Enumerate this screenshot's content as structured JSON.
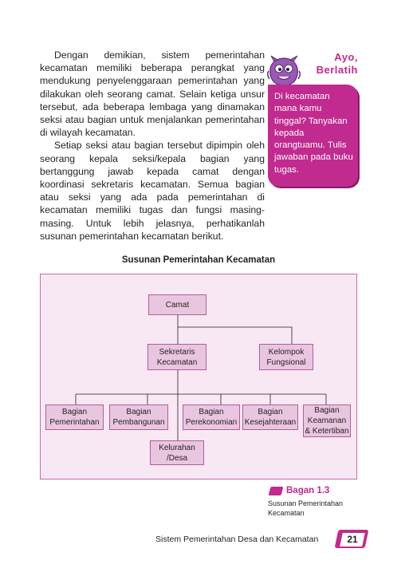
{
  "body_paragraphs": [
    "Dengan demikian, sistem pemerintahan kecamatan memiliki beberapa perangkat yang mendukung penyelenggaraan pemerintahan yang dilakukan oleh seorang camat. Selain ketiga unsur tersebut, ada beberapa lembaga yang dinamakan seksi atau bagian untuk menjalankan pemerintahan di wilayah kecamatan.",
    "Setiap seksi atau bagian tersebut dipimpin oleh seorang kepala seksi/kepala bagian yang bertanggung jawab kepada camat dengan koordinasi sekretaris kecamatan. Semua bagian atau seksi yang ada pada pemerintahan di kecamatan memiliki tugas dan fungsi masing-masing. Untuk lebih jelasnya, perhatikanlah susunan pemerintahan kecamatan berikut."
  ],
  "ayo_box": {
    "title_line1": "Ayo,",
    "title_line2": "Berlatih",
    "text": "Di kecamatan mana kamu tinggal? Tanyakan kepada orangtuamu. Tulis jawaban pada buku tugas.",
    "accent_color": "#c12a8e",
    "mascot_icon": "purple-monster-mascot"
  },
  "org_chart": {
    "title": "Susunan Pemerintahan Kecamatan",
    "camat": "Camat",
    "sekretaris_line1": "Sekretaris",
    "sekretaris_line2": "Kecamatan",
    "kelompok_line1": "Kelompok",
    "kelompok_line2": "Fungsional",
    "bagian": [
      {
        "line1": "Bagian",
        "line2": "Pemerintahan",
        "line3": ""
      },
      {
        "line1": "Bagian",
        "line2": "Pembangunan",
        "line3": ""
      },
      {
        "line1": "Bagian",
        "line2": "Perekonomian",
        "line3": ""
      },
      {
        "line1": "Bagian",
        "line2": "Kesejahteraan",
        "line3": ""
      },
      {
        "line1": "Bagian",
        "line2": "Keamanan",
        "line3": "& Ketertiban"
      }
    ],
    "kelurahan_line1": "Kelurahan",
    "kelurahan_line2": "/Desa",
    "box_color": "#e9c6df",
    "frame_color": "#f8e8f4"
  },
  "figure": {
    "label": "Bagan 1.3",
    "caption": "Susunan Pemerintahan Kecamatan"
  },
  "footer": {
    "chapter_title": "Sistem Pemerintahan Desa dan Kecamatan",
    "page_number": "21"
  }
}
